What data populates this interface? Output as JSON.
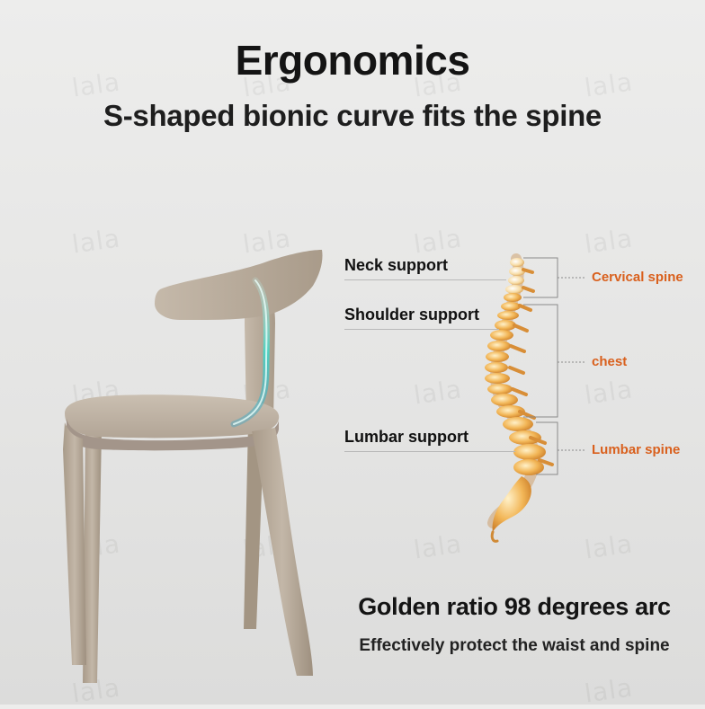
{
  "watermark": "lala",
  "heading": {
    "title": "Ergonomics",
    "subtitle": "S-shaped bionic curve fits the spine"
  },
  "support_labels": {
    "neck": "Neck support",
    "shoulder": "Shoulder support",
    "lumbar": "Lumbar support"
  },
  "spine_sections": {
    "cervical": "Cervical spine",
    "chest": "chest",
    "lumbar": "Lumbar spine"
  },
  "footer": {
    "golden": "Golden ratio 98 degrees arc",
    "protect": "Effectively protect the waist and spine"
  },
  "colors": {
    "chair": "#b6a999",
    "accent_curve": "#4fd0c0",
    "spine_bone": "#e9a64a",
    "section_label": "#d9601d"
  }
}
